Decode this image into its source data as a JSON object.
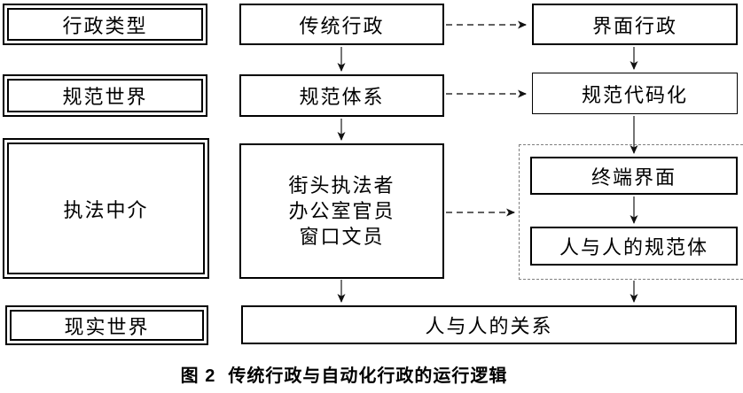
{
  "colors": {
    "box_border": "#000000",
    "arrow": "#3a3a3a",
    "dashed_group_border": "#7f7f7f",
    "background": "#ffffff"
  },
  "row_labels": {
    "admin_type": "行政类型",
    "norm_world": "规范世界",
    "enforcement_intermediary": "执法中介",
    "real_world": "现实世界"
  },
  "traditional_column": {
    "traditional_admin": "传统行政",
    "norm_system": "规范体系",
    "intermediaries": [
      "街头执法者",
      "办公室官员",
      "窗口文员"
    ]
  },
  "automated_column": {
    "interface_admin": "界面行政",
    "norm_codification": "规范代码化",
    "terminal_interface": "终端界面",
    "human_norm_body": "人与人的规范体"
  },
  "bottom_row": {
    "human_relations": "人与人的关系"
  },
  "caption": {
    "label": "图 2",
    "text": "传统行政与自动化行政的运行逻辑"
  }
}
